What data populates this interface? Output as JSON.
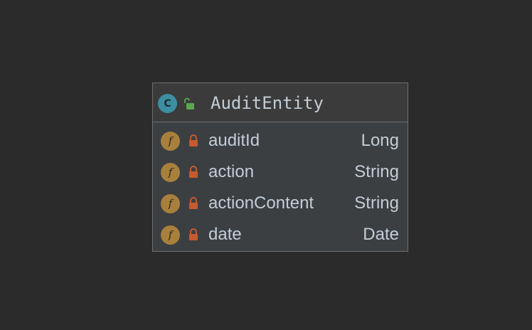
{
  "class": {
    "kind_letter": "C",
    "name": "AuditEntity",
    "visibility_icon": "unlock-icon",
    "colors": {
      "class_icon": "#3c8ea2",
      "field_icon": "#a8803c",
      "unlock": "#59a84b",
      "lock": "#c75a2e",
      "text": "#c4cdd6"
    },
    "fields": [
      {
        "icon_letter": "f",
        "visibility_icon": "lock-icon",
        "name": "auditId",
        "type": "Long"
      },
      {
        "icon_letter": "f",
        "visibility_icon": "lock-icon",
        "name": "action",
        "type": "String"
      },
      {
        "icon_letter": "f",
        "visibility_icon": "lock-icon",
        "name": "actionContent",
        "type": "String"
      },
      {
        "icon_letter": "f",
        "visibility_icon": "lock-icon",
        "name": "date",
        "type": "Date"
      }
    ]
  }
}
